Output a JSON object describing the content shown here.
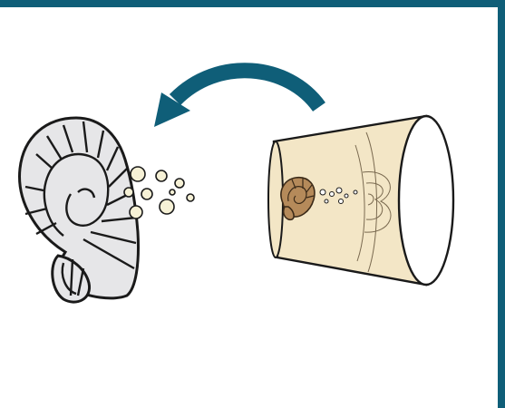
{
  "colors": {
    "border": "#0f5e78",
    "arrow": "#0f5e78",
    "outline": "#1a1a1a",
    "foram_fill": "#e6e6e8",
    "core_sediment": "#f3e6c6",
    "core_rim": "#ffffff",
    "fossil_fill": "#b58a5a",
    "fossil_outline": "#3b2a18",
    "bubble_fill": "#f6f1d6"
  },
  "figure": {
    "magnified_organism": "foraminifera-shell",
    "specimen_source": "sediment-core",
    "arrow_direction": "right-to-left"
  }
}
